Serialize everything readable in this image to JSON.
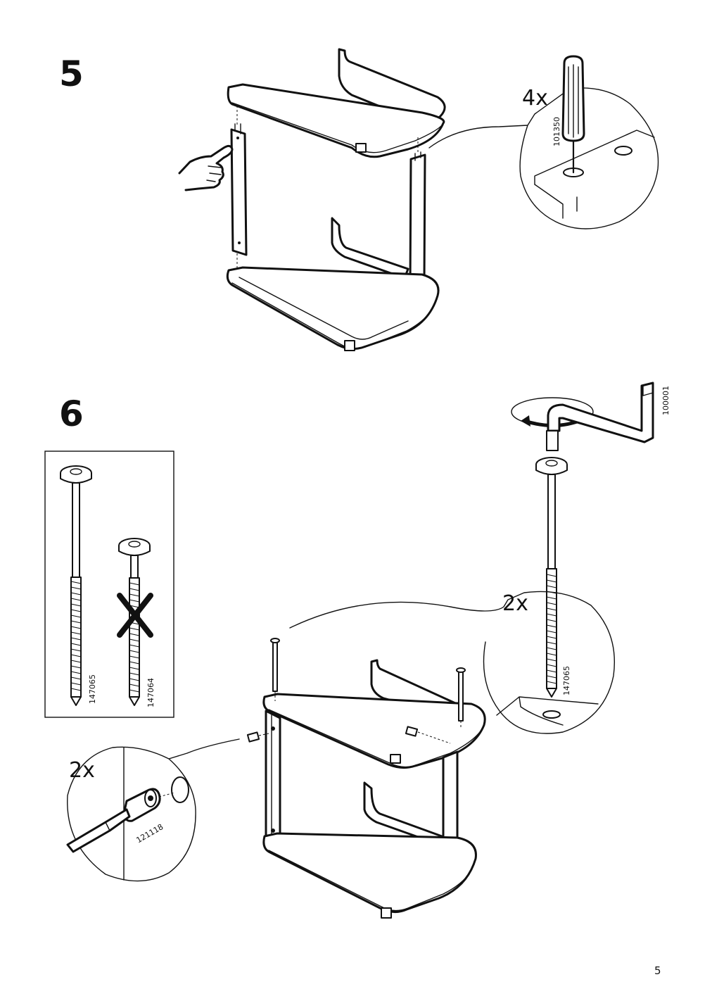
{
  "step5": {
    "number": "5",
    "quantity": "4x",
    "tool_code": "101350",
    "tool": "screwdriver-icon",
    "hint": "hand-pointing-icon"
  },
  "step6": {
    "number": "6",
    "allen_key_code": "100001",
    "bolt_quantity": "2x",
    "bolt_code": "147065",
    "dowel_quantity": "2x",
    "dowel_code": "121118",
    "bolt_compare": {
      "correct_code": "147065",
      "wrong_code": "147064",
      "wrong_mark": "cross-icon"
    }
  },
  "page_number": "5"
}
